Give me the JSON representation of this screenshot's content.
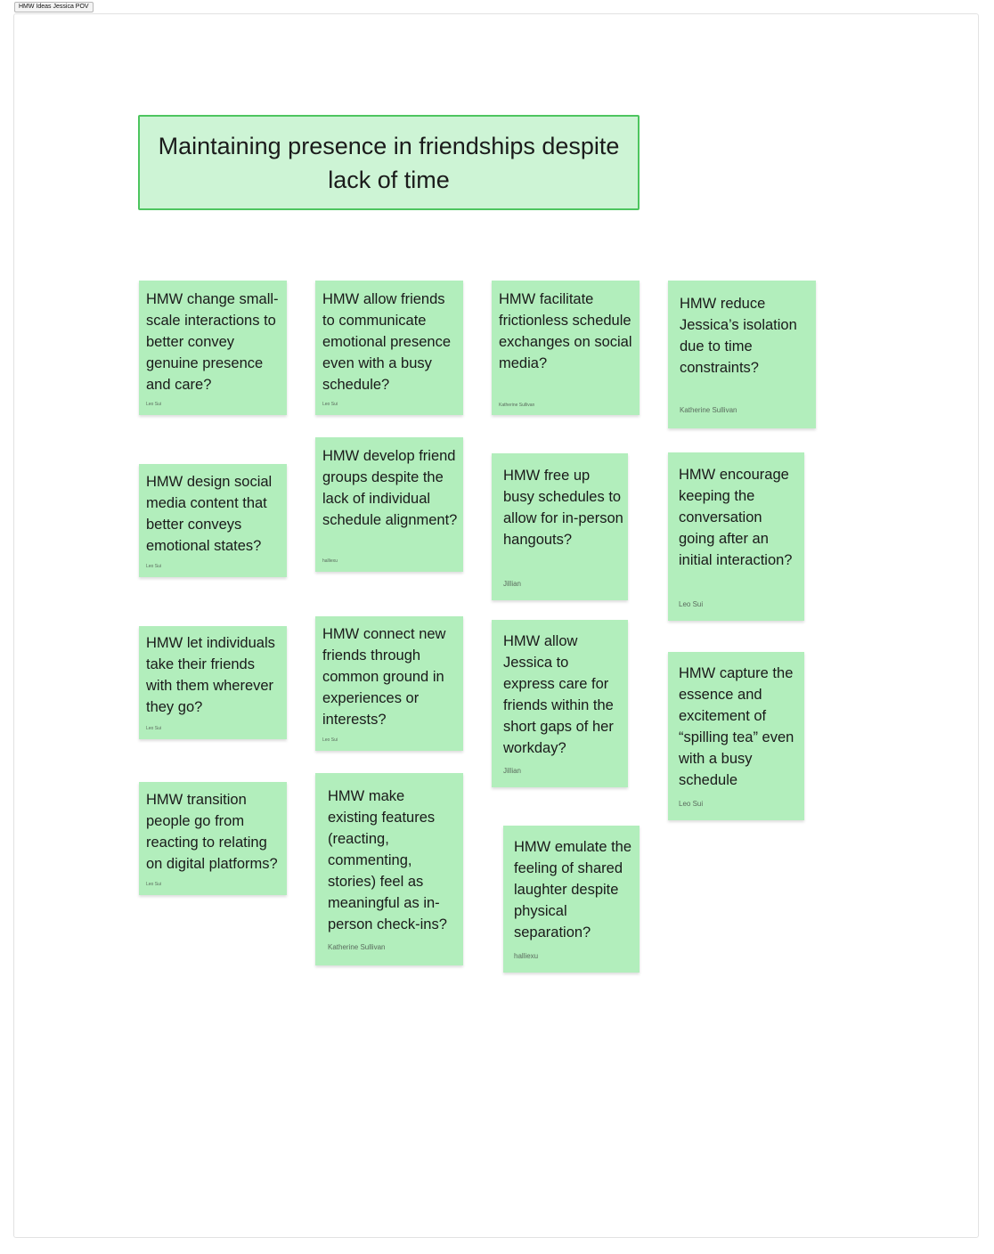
{
  "frame": {
    "label": "HMW Ideas Jessica POV"
  },
  "title_card": {
    "text": "Maintaining presence in friendships despite lack of time"
  },
  "stickies": [
    {
      "text": "HMW change small-scale interactions to better convey genuine presence and care?",
      "author": "Leo Sui"
    },
    {
      "text": "HMW allow friends to communicate emotional presence even with a busy schedule?",
      "author": "Leo Sui"
    },
    {
      "text": "HMW facilitate frictionless schedule exchanges on social media?",
      "author": "Katherine Sullivan"
    },
    {
      "text": "HMW reduce Jessica’s isolation due to time constraints?",
      "author": "Katherine Sullivan"
    },
    {
      "text": "HMW design social media content that better conveys emotional states?",
      "author": "Leo Sui"
    },
    {
      "text": "HMW develop friend groups despite the lack of individual schedule alignment?",
      "author": "halliexu"
    },
    {
      "text": "HMW free up busy schedules to allow for in-person hangouts?",
      "author": "Jillian"
    },
    {
      "text": "HMW encourage keeping the conversation going after an initial interaction?",
      "author": "Leo Sui"
    },
    {
      "text": "HMW let individuals take their friends with them wherever they go?",
      "author": "Leo Sui"
    },
    {
      "text": "HMW connect new friends through common ground in experiences or interests?",
      "author": "Leo Sui"
    },
    {
      "text": "HMW allow Jessica to express care for friends within the short gaps of her workday?",
      "author": "Jillian"
    },
    {
      "text": "HMW capture the essence and excitement of “spilling tea” even with a busy schedule",
      "author": "Leo Sui"
    },
    {
      "text": "HMW transition people go from reacting to relating on digital platforms?",
      "author": "Leo Sui"
    },
    {
      "text": "HMW make existing features (reacting, commenting, stories) feel as meaningful as in-person check-ins?",
      "author": "Katherine Sullivan"
    },
    {
      "text": "HMW emulate the feeling of shared laughter despite physical separation?",
      "author": "halliexu"
    }
  ]
}
